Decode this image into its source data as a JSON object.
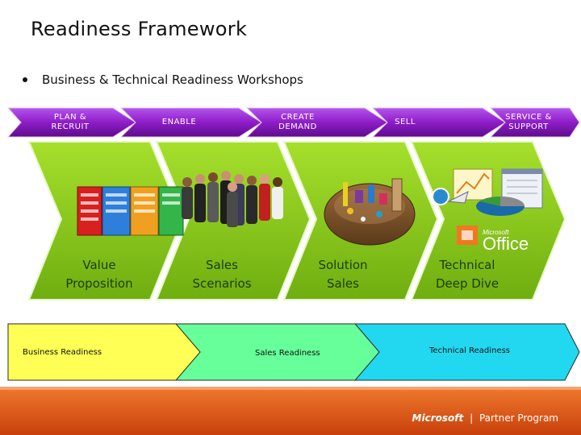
{
  "slide": {
    "title": "Readiness Framework",
    "bullet": "Business & Technical Readiness Workshops"
  },
  "phases": [
    {
      "label": "PLAN &\nRECRUIT"
    },
    {
      "label": "ENABLE"
    },
    {
      "label": "CREATE\nDEMAND"
    },
    {
      "label": "SELL"
    },
    {
      "label": "SERVICE &\nSUPPORT"
    }
  ],
  "panels": [
    {
      "label": "Value\nProposition",
      "icon": "value-proposition-chart-icon"
    },
    {
      "label": "Sales\nScenarios",
      "icon": "business-people-icon"
    },
    {
      "label": "Solution\nSales",
      "icon": "solution-sales-globe-icon"
    },
    {
      "label": "Technical\nDeep Dive",
      "icon": "office-charts-icon"
    }
  ],
  "readiness": [
    {
      "label": "Business Readiness",
      "color": "#ffff55"
    },
    {
      "label": "Sales Readiness",
      "color": "#66ff99"
    },
    {
      "label": "Technical Readiness",
      "color": "#22d8f0"
    }
  ],
  "office_logo": {
    "brand": "Microsoft",
    "product": "Office"
  },
  "footer": {
    "brand": "Microsoft",
    "program": "Partner Program"
  },
  "colors": {
    "phase_arrow": "#8e1cc8",
    "panel_green": "#8fd11c",
    "footer_orange": "#e0581a"
  }
}
